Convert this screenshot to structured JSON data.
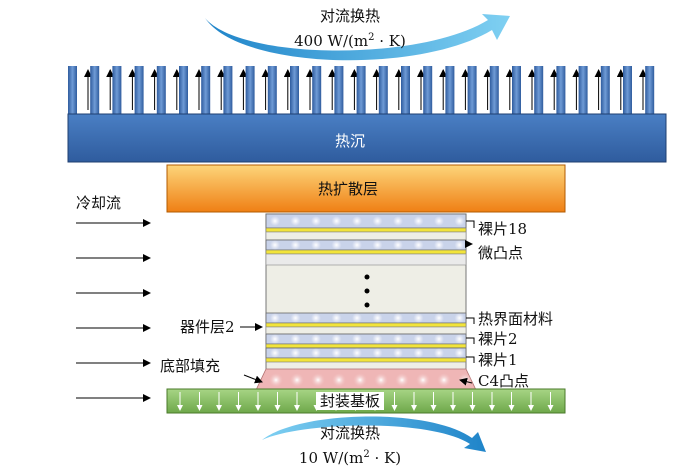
{
  "convection_top": {
    "title": "对流换热",
    "value": "400 W/(m",
    "exp": "2",
    "unit_tail": " · K)"
  },
  "convection_bottom": {
    "title": "对流换热",
    "value": "10 W/(m",
    "exp": "2",
    "unit_tail": " · K)"
  },
  "layers": {
    "heat_sink": "热沉",
    "heat_spreader": "热扩散层",
    "substrate": "封装基板"
  },
  "labels": {
    "coolant": "冷却流",
    "die18": "裸片18",
    "microbump": "微凸点",
    "tim": "热界面材料",
    "die2": "裸片2",
    "die1": "裸片1",
    "c4bump": "C4凸点",
    "device_layer": "器件层2",
    "underfill": "底部填充"
  },
  "colors": {
    "heat_sink": "#3e6fb0",
    "fins": "#3e6fb0",
    "spreader_top": "#fbc65a",
    "spreader_bottom": "#f08a1e",
    "substrate": "#8fc46a",
    "arrow_blue": "#2a9ad6",
    "die": "#e6eaf3",
    "gold": "#f2e43a",
    "underfill": "#efb6b6"
  },
  "icons": {
    "ellipsis": "vertical-dots-icon"
  }
}
